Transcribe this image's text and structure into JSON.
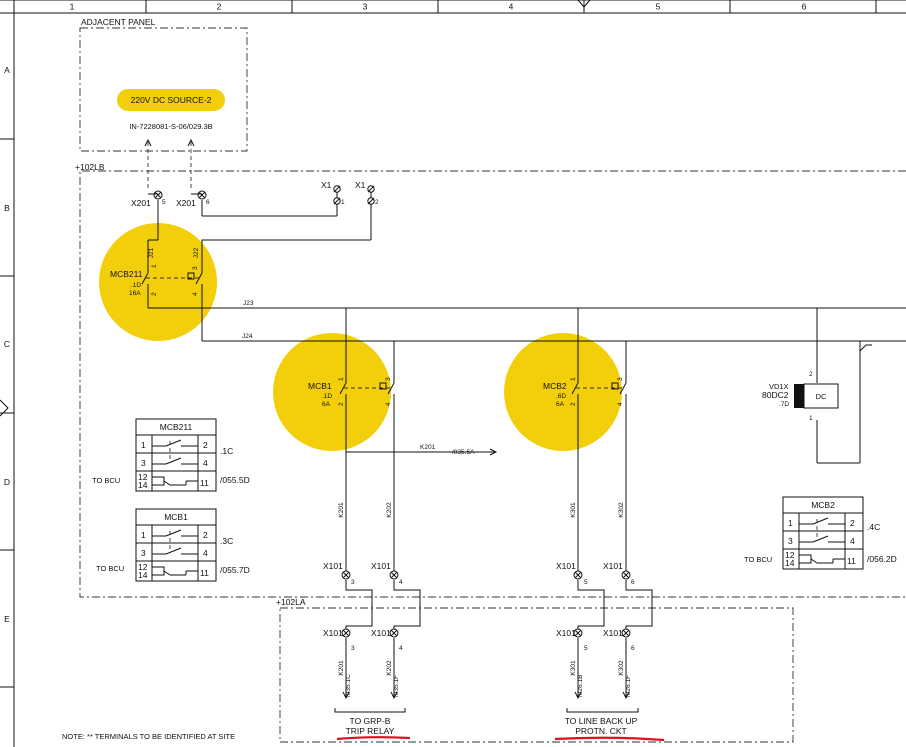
{
  "grid": {
    "columns": [
      "1",
      "2",
      "3",
      "4",
      "5",
      "6"
    ],
    "rows": [
      "A",
      "B",
      "C",
      "D",
      "E"
    ]
  },
  "colors": {
    "highlight": "#f2cf0a",
    "underline": "#e01020",
    "line": "#111111"
  },
  "panels": {
    "adjacent": "ADJACENT PANEL",
    "lb": "+102LB",
    "la": "+102LA"
  },
  "source": {
    "label": "220V DC SOURCE-2",
    "ref": "IN-7228081-S-06/029.3B"
  },
  "terminals": {
    "x201": "X201",
    "t5": "5",
    "t6": "6",
    "x1": "X1",
    "t1": "1",
    "t2": "2",
    "x101": "X101",
    "t3": "3",
    "t4": "4"
  },
  "mcb211": {
    "name": "MCB211",
    "ref": ".1D",
    "rating": "16A",
    "p1": "1",
    "p2": "2",
    "p3": "3",
    "p4": "4",
    "w1": "J21",
    "w2": "J22"
  },
  "mcb1": {
    "name": "MCB1",
    "ref": ".1D",
    "rating": "6A",
    "p1": "1",
    "p2": "2",
    "p3": "3",
    "p4": "4"
  },
  "mcb2": {
    "name": "MCB2",
    "ref": ".6D",
    "rating": "6A",
    "p1": "1",
    "p2": "2",
    "p3": "3",
    "p4": "4"
  },
  "wires": {
    "j23": "J23",
    "j24": "J24",
    "k201": "K201",
    "k202": "K202",
    "k301": "K301",
    "k302": "K302",
    "k201ref": "/035.5A"
  },
  "vd": {
    "name": "VD1X",
    "code": "80DC2",
    "ref": ".7D",
    "label": "DC",
    "p2": "2",
    "p1": "1"
  },
  "contacts": {
    "mcb211": {
      "title": "MCB211",
      "r1": "1",
      "r2": "2",
      "r3": "3",
      "r4": "4",
      "r12": "12",
      "r14": "14",
      "r11": "11",
      "ref1": ".1C",
      "ref2": "/055.5D",
      "bcu": "TO BCU"
    },
    "mcb1": {
      "title": "MCB1",
      "r1": "1",
      "r2": "2",
      "r3": "3",
      "r4": "4",
      "r12": "12",
      "r14": "14",
      "r11": "11",
      "ref1": ".3C",
      "ref2": "/055.7D",
      "bcu": "TO BCU"
    },
    "mcb2": {
      "title": "MCB2",
      "r1": "1",
      "r2": "2",
      "r3": "3",
      "r4": "4",
      "r12": "12",
      "r14": "14",
      "r11": "11",
      "ref1": ".4C",
      "ref2": "/056.2D",
      "bcu": "TO BCU"
    }
  },
  "outputs": {
    "ref1": "/035.1C",
    "ref2": "/035.1F",
    "ref3": "/026.1B",
    "ref4": "/026.1F",
    "grpb1": "TO GRP-B",
    "grpb2": "TRIP RELAY",
    "lbu1": "TO LINE BACK UP",
    "lbu2": "PROTN. CKT"
  },
  "note": "NOTE: ** TERMINALS TO BE IDENTIFIED AT SITE"
}
